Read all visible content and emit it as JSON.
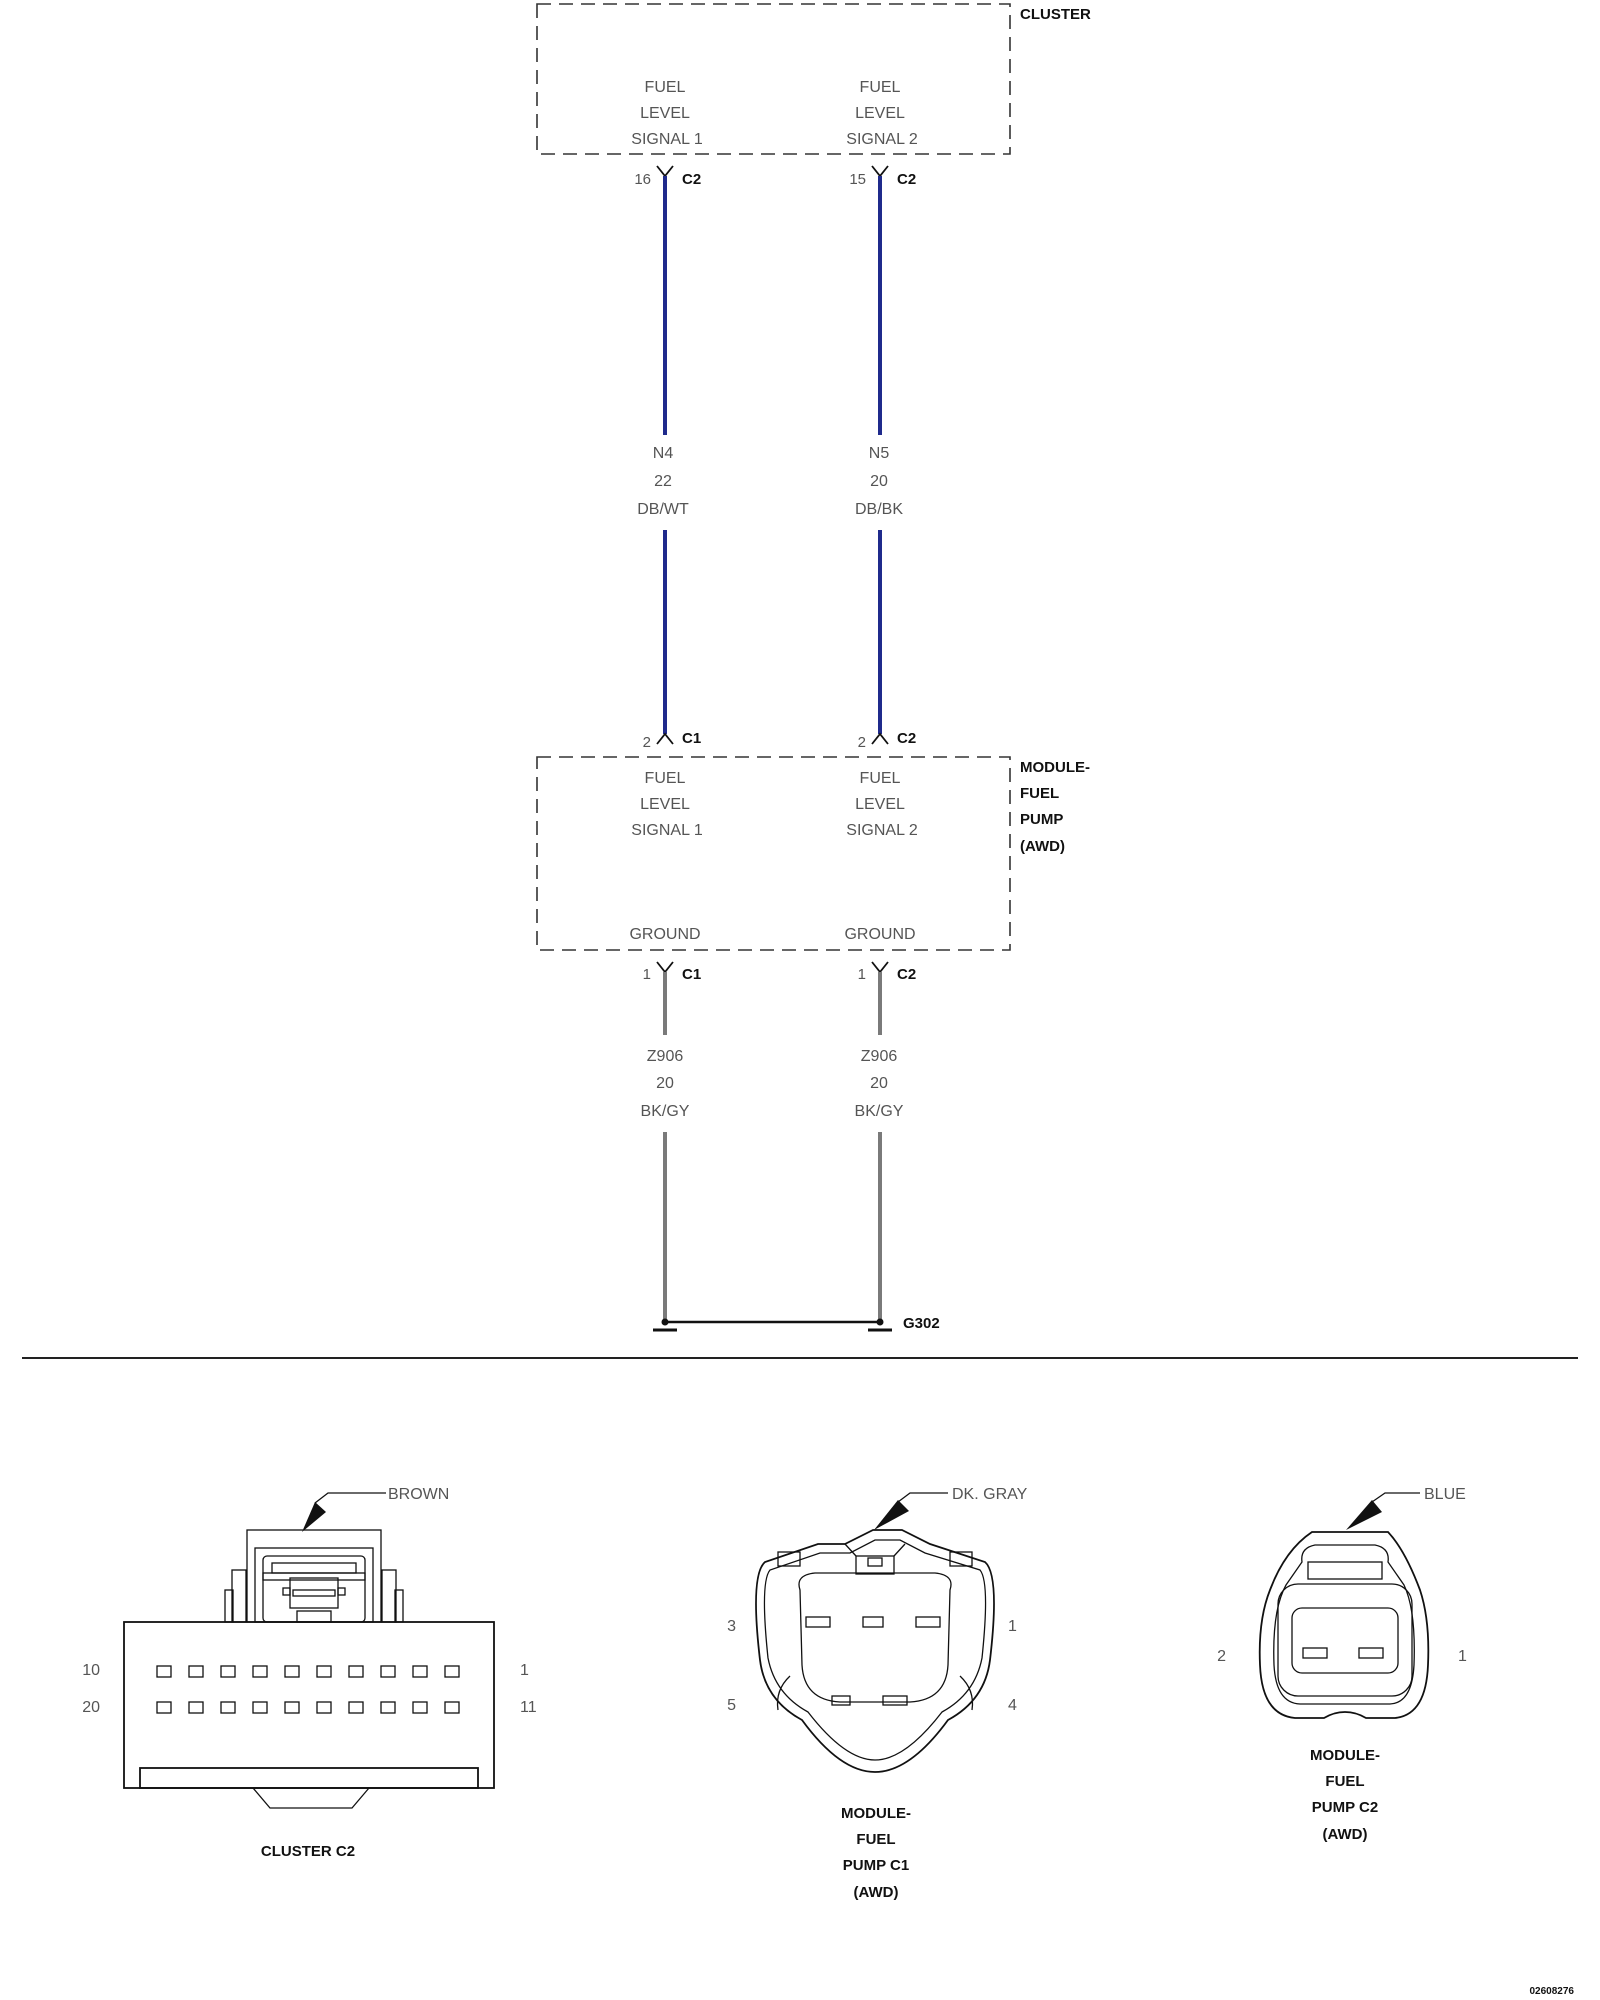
{
  "diagram": {
    "cluster": {
      "title": "CLUSTER",
      "func1": [
        "FUEL",
        "LEVEL",
        "SIGNAL 1"
      ],
      "func2": [
        "FUEL",
        "LEVEL",
        "SIGNAL 2"
      ],
      "pin1": "16",
      "conn1": "C2",
      "pin2": "15",
      "conn2": "C2"
    },
    "wires": {
      "w1": {
        "circuit": "N4",
        "gauge": "22",
        "color": "DB/WT"
      },
      "w2": {
        "circuit": "N5",
        "gauge": "20",
        "color": "DB/BK"
      },
      "g1": {
        "circuit": "Z906",
        "gauge": "20",
        "color": "BK/GY"
      },
      "g2": {
        "circuit": "Z906",
        "gauge": "20",
        "color": "BK/GY"
      }
    },
    "module": {
      "title": [
        "MODULE-",
        "FUEL",
        "PUMP",
        "(AWD)"
      ],
      "func1": [
        "FUEL",
        "LEVEL",
        "SIGNAL 1"
      ],
      "func2": [
        "FUEL",
        "LEVEL",
        "SIGNAL 2"
      ],
      "ground1": "GROUND",
      "ground2": "GROUND",
      "top_pin1": "2",
      "top_conn1": "C1",
      "top_pin2": "2",
      "top_conn2": "C2",
      "bot_pin1": "1",
      "bot_conn1": "C1",
      "bot_pin2": "1",
      "bot_conn2": "C2"
    },
    "ground_label": "G302",
    "colors": {
      "signal_wire": "#1f2a8c",
      "ground_wire": "#7a7a7a",
      "outline": "#111111"
    }
  },
  "connectors": {
    "cluster_c2": {
      "color": "BROWN",
      "pins": {
        "top_left": "10",
        "top_right": "1",
        "bottom_left": "20",
        "bottom_right": "11"
      },
      "title": "CLUSTER C2"
    },
    "pump_c1": {
      "color": "DK. GRAY",
      "pins": {
        "top_left": "3",
        "top_right": "1",
        "bottom_left": "5",
        "bottom_right": "4"
      },
      "title": [
        "MODULE-",
        "FUEL",
        "PUMP C1",
        "(AWD)"
      ]
    },
    "pump_c2": {
      "color": "BLUE",
      "pins": {
        "left": "2",
        "right": "1"
      },
      "title": [
        "MODULE-",
        "FUEL",
        "PUMP C2",
        "(AWD)"
      ]
    }
  },
  "figure_id": "02608276"
}
